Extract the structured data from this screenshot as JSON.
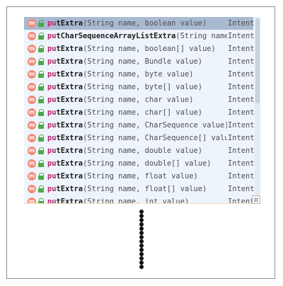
{
  "popup": {
    "items": [
      {
        "prefix": "pu",
        "rest": "tExtra",
        "params": "(String name, boolean value)",
        "ret": "Intent",
        "selected": true
      },
      {
        "prefix": "pu",
        "rest": "tCharSequenceArrayListExtra",
        "params": "(String name",
        "ret": "Intent"
      },
      {
        "prefix": "pu",
        "rest": "tExtra",
        "params": "(String name, boolean[] value)",
        "ret": "Intent"
      },
      {
        "prefix": "pu",
        "rest": "tExtra",
        "params": "(String name, Bundle value)",
        "ret": "Intent"
      },
      {
        "prefix": "pu",
        "rest": "tExtra",
        "params": "(String name, byte value)",
        "ret": "Intent"
      },
      {
        "prefix": "pu",
        "rest": "tExtra",
        "params": "(String name, byte[] value)",
        "ret": "Intent"
      },
      {
        "prefix": "pu",
        "rest": "tExtra",
        "params": "(String name, char value)",
        "ret": "Intent"
      },
      {
        "prefix": "pu",
        "rest": "tExtra",
        "params": "(String name, char[] value)",
        "ret": "Intent"
      },
      {
        "prefix": "pu",
        "rest": "tExtra",
        "params": "(String name, CharSequence value)",
        "ret": "Intent"
      },
      {
        "prefix": "pu",
        "rest": "tExtra",
        "params": "(String name, CharSequence[] value)",
        "ret": "Intent"
      },
      {
        "prefix": "pu",
        "rest": "tExtra",
        "params": "(String name, double value)",
        "ret": "Intent"
      },
      {
        "prefix": "pu",
        "rest": "tExtra",
        "params": "(String name, double[] value)",
        "ret": "Intent"
      },
      {
        "prefix": "pu",
        "rest": "tExtra",
        "params": "(String name, float value)",
        "ret": "Intent"
      },
      {
        "prefix": "pu",
        "rest": "tExtra",
        "params": "(String name, float[] value)",
        "ret": "Intent"
      },
      {
        "prefix": "pu",
        "rest": "tExtra",
        "params": "(String name, int value)",
        "ret": "Intent"
      }
    ],
    "method_badge": "m",
    "pi_symbol": "π",
    "icons": {
      "method": "method-icon",
      "visibility": "public-lock-icon",
      "more": "pi-icon"
    },
    "colors": {
      "background": "#eef4fb",
      "selected": "#a8b9d0",
      "prefix": "#b3256e",
      "badge": "#f08a78",
      "lock": "#4ea84a"
    }
  }
}
